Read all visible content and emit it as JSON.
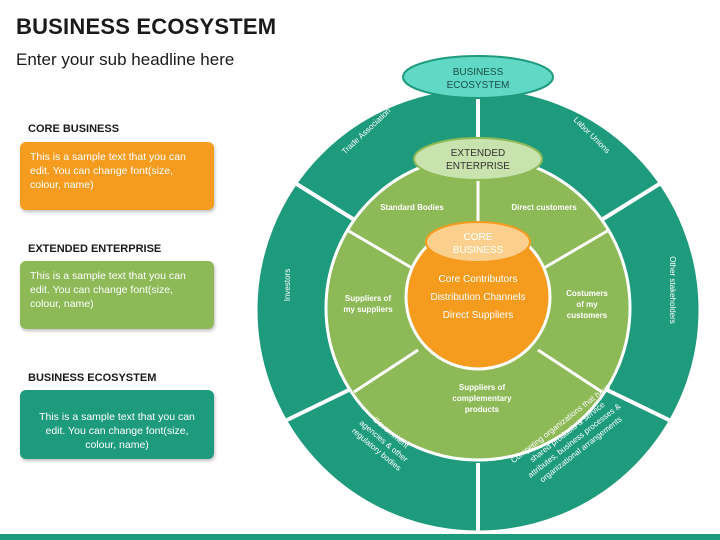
{
  "header": {
    "title": "BUSINESS ECOSYSTEM",
    "subtitle": "Enter your sub headline here"
  },
  "legend": [
    {
      "label": "CORE BUSINESS",
      "text": "This is a sample text that you can edit. You can change font(size, colour, name)"
    },
    {
      "label": "EXTENDED ENTERPRISE",
      "text": "This is a sample text that you can edit. You can change font(size, colour, name)"
    },
    {
      "label": "BUSINESS ECOSYSTEM",
      "text": "This is a sample text that you can edit. You can change font(size, colour, name)"
    }
  ],
  "diagram": {
    "colors": {
      "core": "#f59c1f",
      "extended": "#8db957",
      "ecosystem": "#1e9b7c",
      "ecosystem_pill": "#5fd9c6",
      "extended_pill": "#c9e3ae",
      "core_pill": "#fbd08e"
    },
    "ecosystem_pill": [
      "BUSINESS",
      "ECOSYSTEM"
    ],
    "extended_pill": [
      "EXTENDED",
      "ENTERPRISE"
    ],
    "core_pill": [
      "CORE",
      "BUSINESS"
    ],
    "core_items": [
      "Core Contributors",
      "Distribution Channels",
      "Direct Suppliers"
    ],
    "extended_segments": {
      "standard_bodies": "Standard Bodies",
      "direct_customers": "Direct customers",
      "costumers_of_my_customers": [
        "Costumers",
        "of my",
        "customers"
      ],
      "suppliers_complementary": [
        "Suppliers of",
        "complementary",
        "products"
      ],
      "suppliers_of_my_suppliers": [
        "Suppliers  of",
        "my suppliers"
      ]
    },
    "ecosystem_segments": {
      "trade_association": "Trade Association",
      "labor_unions": "Labor Unions",
      "other_stakeholders": "Other stakeholders",
      "competing_orgs": [
        "Competing organizations that have",
        "shared products & service",
        "attributes, business processes &",
        "organizational arrangements"
      ],
      "government": [
        "Government",
        "agencies & other",
        "regulatory bodies"
      ],
      "investors": "Investors"
    }
  }
}
